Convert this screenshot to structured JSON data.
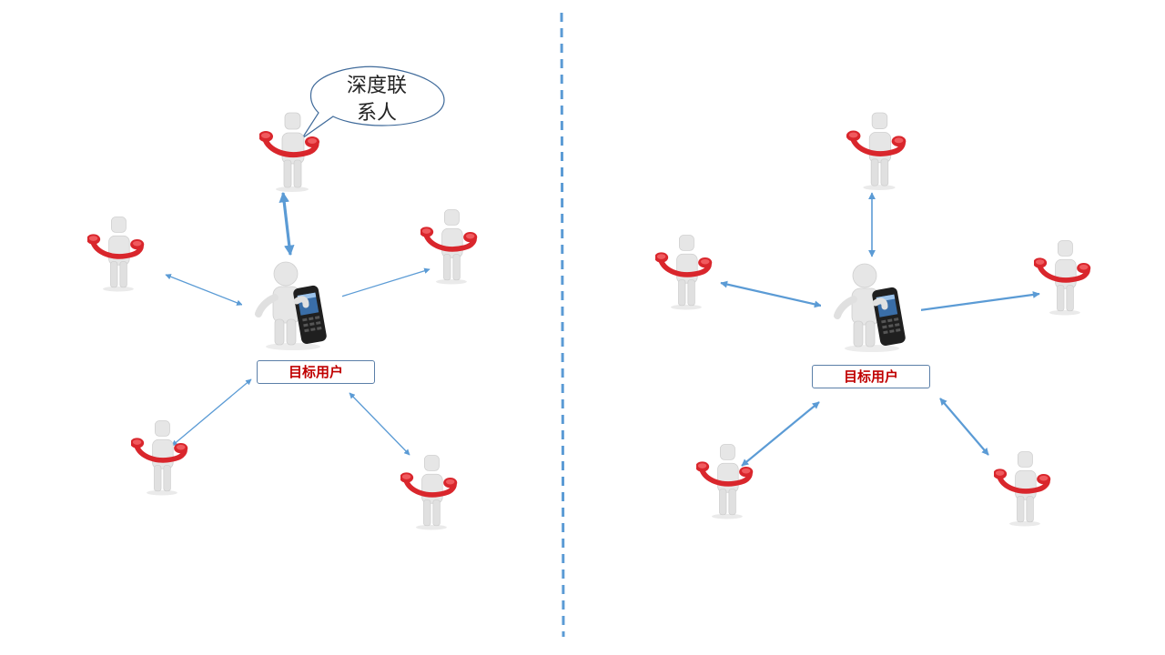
{
  "colors": {
    "arrow": "#5b9bd5",
    "divider": "#5b9bd5",
    "handset": "#d9262c",
    "figure": "#e2e2e2",
    "label_text": "#c00000",
    "phone_body": "#1f1f1f"
  },
  "left_panel": {
    "target_label": "目标用户",
    "callout_line1": "深度联",
    "callout_line2": "系人"
  },
  "right_panel": {
    "target_label": "目标用户"
  }
}
